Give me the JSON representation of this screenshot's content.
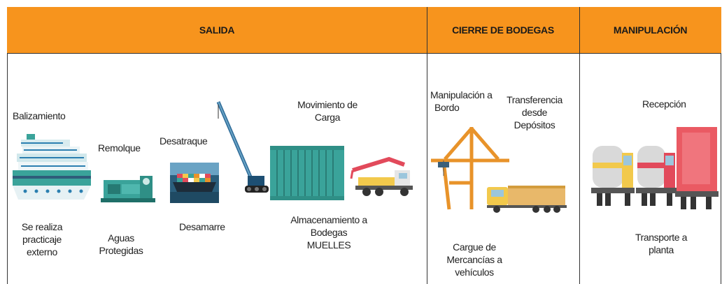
{
  "header": {
    "salida": "SALIDA",
    "cierre": "CIERRE DE BODEGAS",
    "manipulacion": "MANIPULACIÓN"
  },
  "salida": {
    "balizamiento": "Balizamiento",
    "remolque": "Remolque",
    "desatraque": "Desatraque",
    "movimiento_1": "Movimiento de",
    "movimiento_2": "Carga",
    "practicaje_1": "Se realiza",
    "practicaje_2": "practicaje",
    "practicaje_3": "externo",
    "aguas_1": "Aguas",
    "aguas_2": "Protegidas",
    "desamarre": "Desamarre",
    "almacen_1": "Almacenamiento a",
    "almacen_2": "Bodegas",
    "almacen_3": "MUELLES"
  },
  "cierre": {
    "manip_1": "Manipulación a",
    "manip_2": "Bordo",
    "transf_1": "Transferencia",
    "transf_2": "desde",
    "transf_3": "Depósitos",
    "cargue_1": "Cargue de",
    "cargue_2": "Mercancías a",
    "cargue_3": "vehículos"
  },
  "manipulacion": {
    "recepcion": "Recepción",
    "transporte_1": "Transporte a",
    "transporte_2": "planta"
  },
  "colors": {
    "header": "#f7941d",
    "teal": "#3aa39a",
    "crane_orange": "#e8932a",
    "truck_yellow": "#f2c94c",
    "truck_red": "#e24a5b"
  }
}
